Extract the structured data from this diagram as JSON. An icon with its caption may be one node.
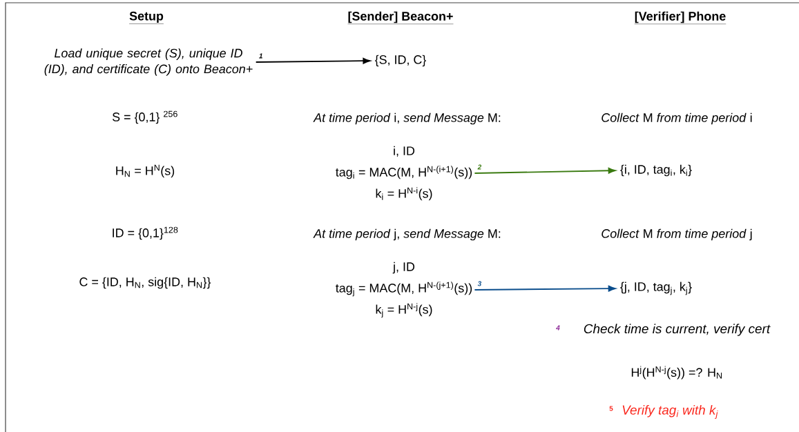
{
  "diagram": {
    "nodes": [
      {
        "text": [
          "Load unique secret (S), unique ID (ID), and certificate (C) onto Beacon+"
        ]
      },
      {
        "text": [
          "{S, ID, C}"
        ]
      },
      {
        "text": [
          "i, ID",
          "tag$_{i}$ = MAC(M, H$^{N-(i+1)}$(s))",
          "k$_{i}$ = H$^{N-i}$(s)"
        ]
      },
      {
        "text": [
          "{i, ID, tag$_{i}$, k$_{i}$}"
        ]
      },
      {
        "text": [
          "j, ID",
          "tag$_{j}$ = MAC(M, H$^{N-(j+1)}$(s))",
          "k$_{j}$ = H$^{N-j}$(s)"
        ]
      },
      {
        "text": [
          "{j, ID, tag$_{j}$, k$_{j}$}"
        ]
      }
    ],
    "edges": [
      {
        "from": 0,
        "to": 1,
        "arrow": "to",
        "label": "1"
      },
      {
        "from": 2,
        "to": 3,
        "arrow": "to",
        "label": "2",
        "color": "#3a7a10"
      },
      {
        "from": 4,
        "to": 5,
        "arrow": "to",
        "label": "3",
        "color": "#0a4d8c"
      }
    ],
    "labels": [
      "Setup",
      "[Sender] Beacon+",
      "[Verifier] Phone",
      "S = {0,1} $^{256}$",
      "*At time period* i, *send Message* M:",
      "*Collect* M *from time period* i",
      "H$_{N}$ = H$^{N}$(s)",
      "ID = {0,1}$^{128}$",
      "*At time period* j, *send Message* M:",
      "*Collect* M *from time period* j",
      "C = {ID, H$_{N}$, sig{ID, H$_{N}$}}",
      "4",
      "Check time is current, verify cert",
      "H$^{j}$(H$^{N-j}$(s)) =? H$_{N}$",
      "5",
      "Verify tag$_{i}$ with k$_{j}$"
    ]
  }
}
